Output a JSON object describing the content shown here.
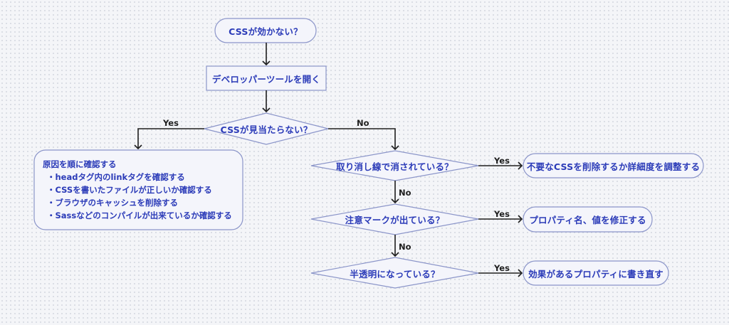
{
  "colors": {
    "node_text": "#2b3bb8",
    "node_border": "#8b95c9",
    "node_fill": "#f4f5fb",
    "edge": "#1e1e1e",
    "background": "#f4f5f8"
  },
  "nodes": {
    "start": "CSSが効かない？",
    "devtools": "デベロッパーツールを開く",
    "decision_not_found": "CSSが見当たらない？",
    "check_causes": {
      "title": "原因を順に確認する",
      "items": [
        "・headタグ内のlinkタグを確認する",
        "・CSSを書いたファイルが正しいか確認する",
        "・ブラウザのキャッシュを削除する",
        "・Sassなどのコンパイルが出来ているか確認する"
      ]
    },
    "decision_strikethrough": "取り消し線で消されている？",
    "result_specificity": "不要なCSSを削除するか詳細度を調整する",
    "decision_warning": "注意マークが出ている？",
    "result_fix_property": "プロパティ名、値を修正する",
    "decision_translucent": "半透明になっている？",
    "result_rewrite_property": "効果があるプロパティに書き直す"
  },
  "edge_labels": {
    "not_found_yes": "Yes",
    "not_found_no": "No",
    "strikethrough_yes": "Yes",
    "strikethrough_no": "No",
    "warning_yes": "Yes",
    "warning_no": "No",
    "translucent_yes": "Yes"
  }
}
